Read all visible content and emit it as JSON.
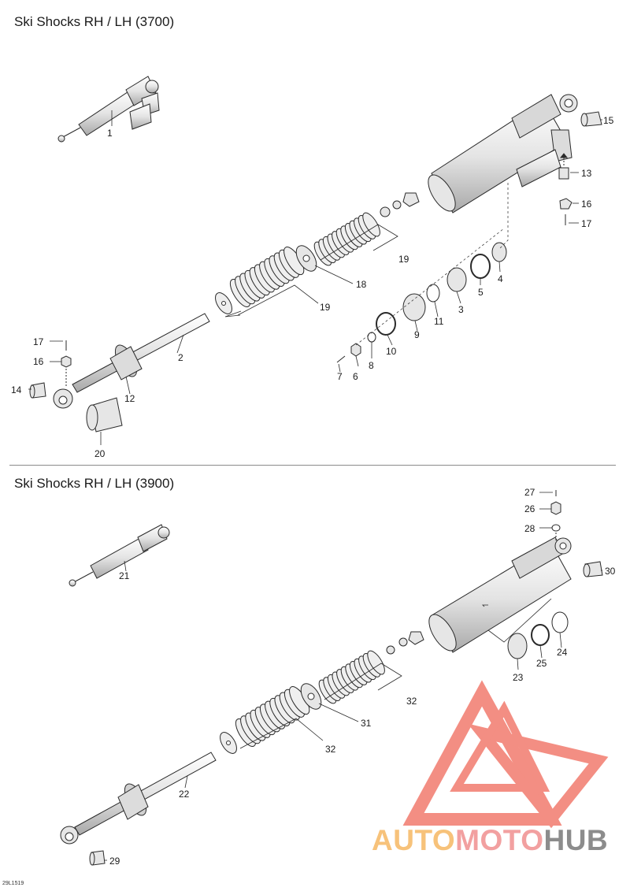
{
  "titles": {
    "top": "Ski Shocks RH / LH (3700)",
    "bottom": "Ski Shocks RH / LH (3900)"
  },
  "drawing_code": "29L1519",
  "watermark": {
    "part1": "AUTO",
    "part2": "MOTO",
    "part3": "HUB"
  },
  "callouts_top": [
    "1",
    "2",
    "3",
    "4",
    "5",
    "6",
    "7",
    "8",
    "9",
    "10",
    "11",
    "12",
    "13",
    "14",
    "15",
    "16",
    "17",
    "16",
    "17",
    "18",
    "19",
    "19",
    "20"
  ],
  "callouts_bottom": [
    "21",
    "22",
    "23",
    "24",
    "25",
    "26",
    "27",
    "28",
    "29",
    "30",
    "31",
    "32",
    "32"
  ],
  "colors": {
    "line": "#2a2a2a",
    "part_fill": "#e6e6e6",
    "part_dark": "#bdbdbd",
    "watermark_red": "#f0695a",
    "watermark_orange": "#f7c27a",
    "watermark_grey": "#8c8c8c"
  }
}
